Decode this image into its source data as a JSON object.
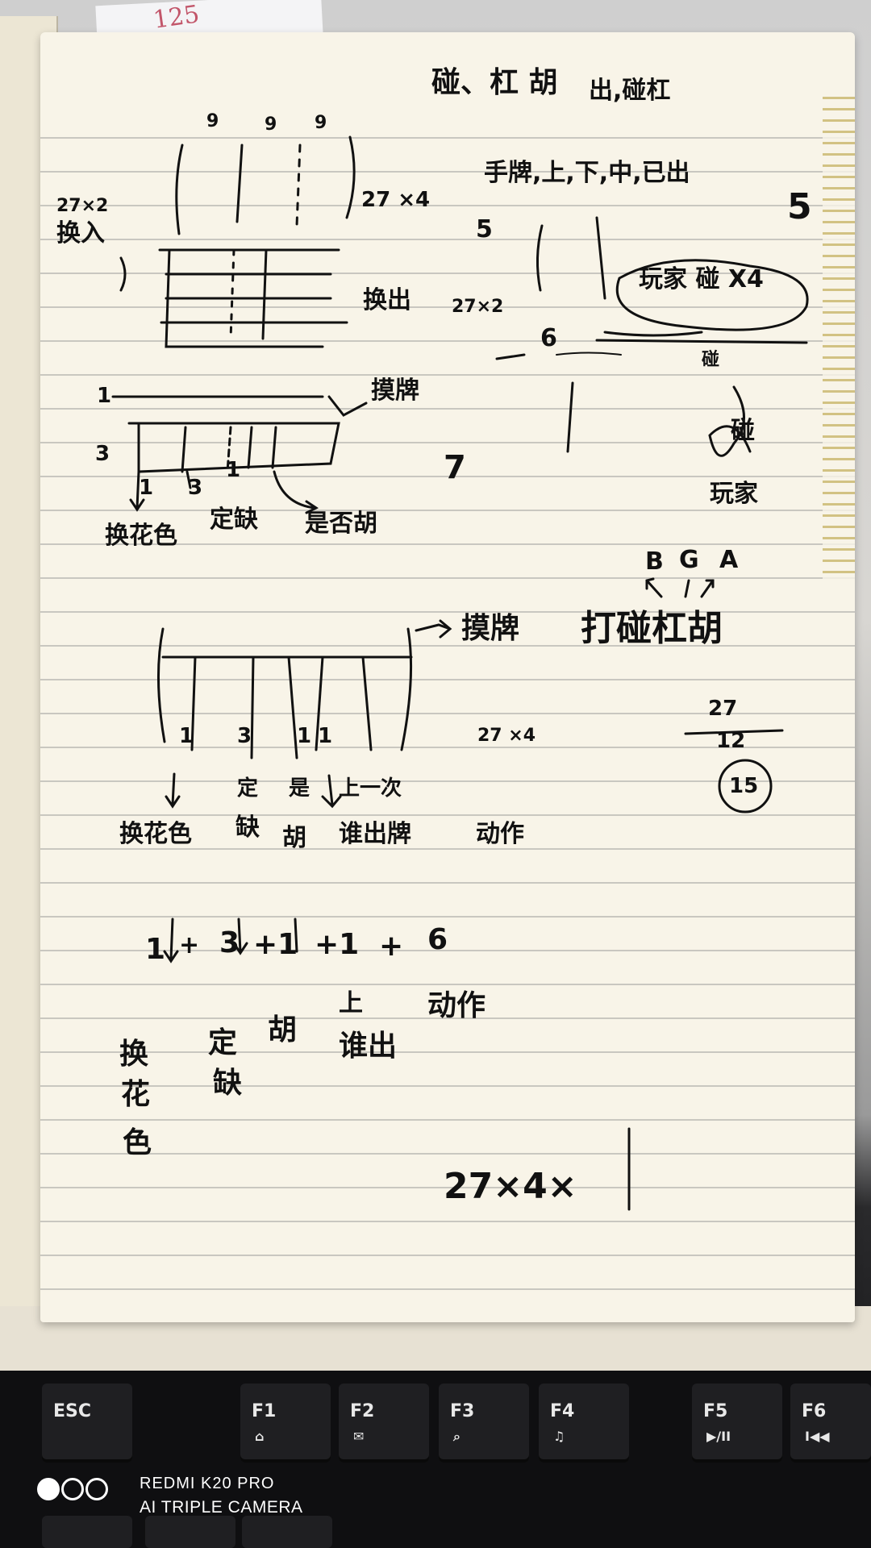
{
  "top_paper_text": "125",
  "notes": {
    "title_top": "碰、杠 胡",
    "title_out": "出,碰杠",
    "top_counts": [
      "9",
      "9",
      "9"
    ],
    "label_27x4_a": "27 ×4",
    "hand_label": "手牌,上,下,中,已出",
    "num_5_right": "5",
    "num_5_left": "5",
    "label_27x2_left": "27×2",
    "label_swap_in": "换入",
    "label_swap_out": "换出",
    "label_27x2_mid": "27×2",
    "num_6": "6",
    "player_peng": "玩家 碰 X4",
    "peng_small": "碰",
    "peng_circle": "碰",
    "player": "玩家",
    "num_1_a": "1",
    "num_3_a": "3",
    "mopai_a": "摸牌",
    "num_7": "7",
    "seg_1": "1",
    "seg_3": "3",
    "seg_1b": "1",
    "swap_color_a": "换花色",
    "ding_que_a": "定缺",
    "shi_fou_hu": "是否胡",
    "bga": [
      "B",
      "G",
      "A"
    ],
    "da_peng_gang_hu": "打碰杠胡",
    "mopai_b": "摸牌",
    "calc_27": "27",
    "calc_12": "12",
    "calc_15": "15",
    "big_counts": [
      "1",
      "3",
      "1",
      "1"
    ],
    "label_27x4_b": "27 ×4",
    "big_ding": "定",
    "big_shi": "是",
    "big_shang_ci": "上一次",
    "swap_color_b": "换花色",
    "que": "缺",
    "hu": "胡",
    "shui_chu_pai": "谁出牌",
    "dong_zuo_a": "动作",
    "formula": [
      "1",
      "+",
      "3",
      "+1",
      "+1",
      "+",
      "6"
    ],
    "shang": "上",
    "dong_zuo_b": "动作",
    "f_huan": "换",
    "f_hua": "花",
    "f_se": "色",
    "f_ding": "定",
    "f_que": "缺",
    "f_hu": "胡",
    "f_shui_chu": "谁出",
    "label_27x4x": "27×4×"
  },
  "keyboard": {
    "keys": [
      {
        "label": "ESC",
        "icon": ""
      },
      {
        "label": "F1",
        "icon": "⌂"
      },
      {
        "label": "F2",
        "icon": "✉"
      },
      {
        "label": "F3",
        "icon": "⌕"
      },
      {
        "label": "F4",
        "icon": "♫"
      },
      {
        "label": "F5",
        "icon": "▶/II"
      },
      {
        "label": "F6",
        "icon": "I◀◀"
      }
    ]
  },
  "watermark": {
    "line1": "REDMI K20 PRO",
    "line2": "AI TRIPLE CAMERA"
  }
}
